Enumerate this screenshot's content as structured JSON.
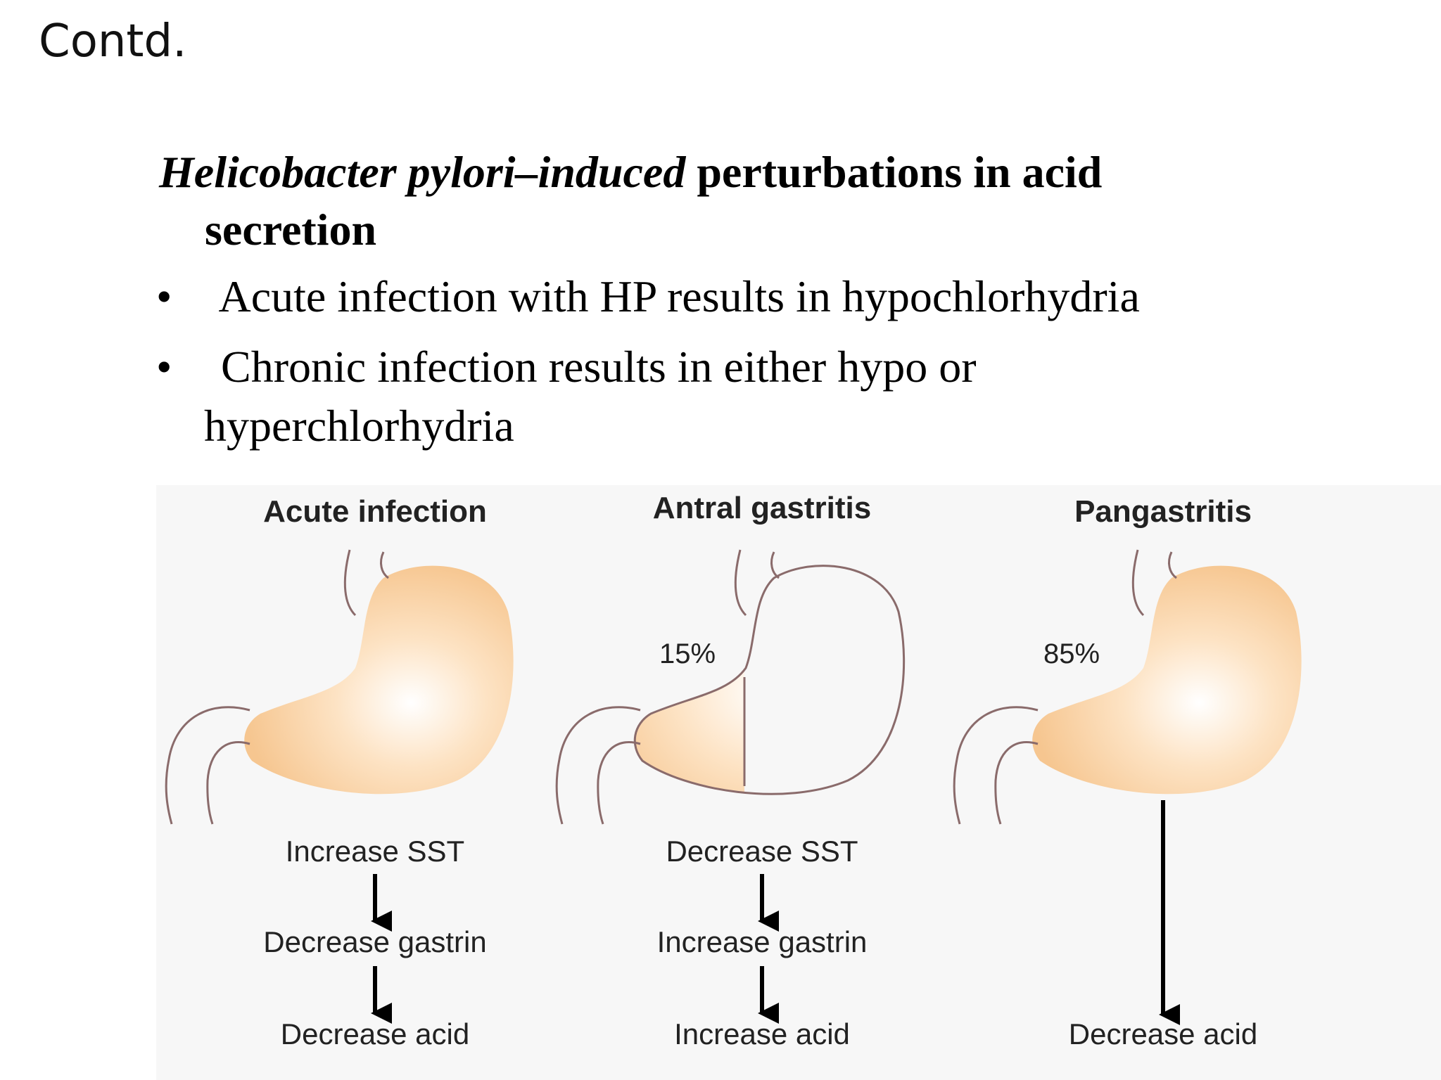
{
  "slide": {
    "title": "Contd.",
    "heading_italic": "Helicobacter pylori–induced",
    "heading_bold_1": " perturbations in acid",
    "heading_bold_2": "secretion",
    "bullets": [
      {
        "marker": "•",
        "text": " Acute infection with HP results in hypochlorhydria",
        "continuation": ""
      },
      {
        "marker": "•",
        "text": " Chronic infection results in either hypo or",
        "continuation": "hyperchlorhydria"
      }
    ]
  },
  "diagram": {
    "colors": {
      "fill": "#f6c690",
      "outline": "#8a6b6b",
      "panel_bg": "#f7f7f7",
      "text": "#222222"
    },
    "panels": [
      {
        "title": "Acute infection",
        "percent": "",
        "steps": [
          "Increase SST",
          "Decrease gastrin",
          "Decrease acid"
        ]
      },
      {
        "title": "Antral gastritis",
        "percent": "15%",
        "steps": [
          "Decrease SST",
          "Increase gastrin",
          "Increase acid"
        ]
      },
      {
        "title": "Pangastritis",
        "percent": "85%",
        "steps": [
          "Decrease acid"
        ]
      }
    ]
  }
}
